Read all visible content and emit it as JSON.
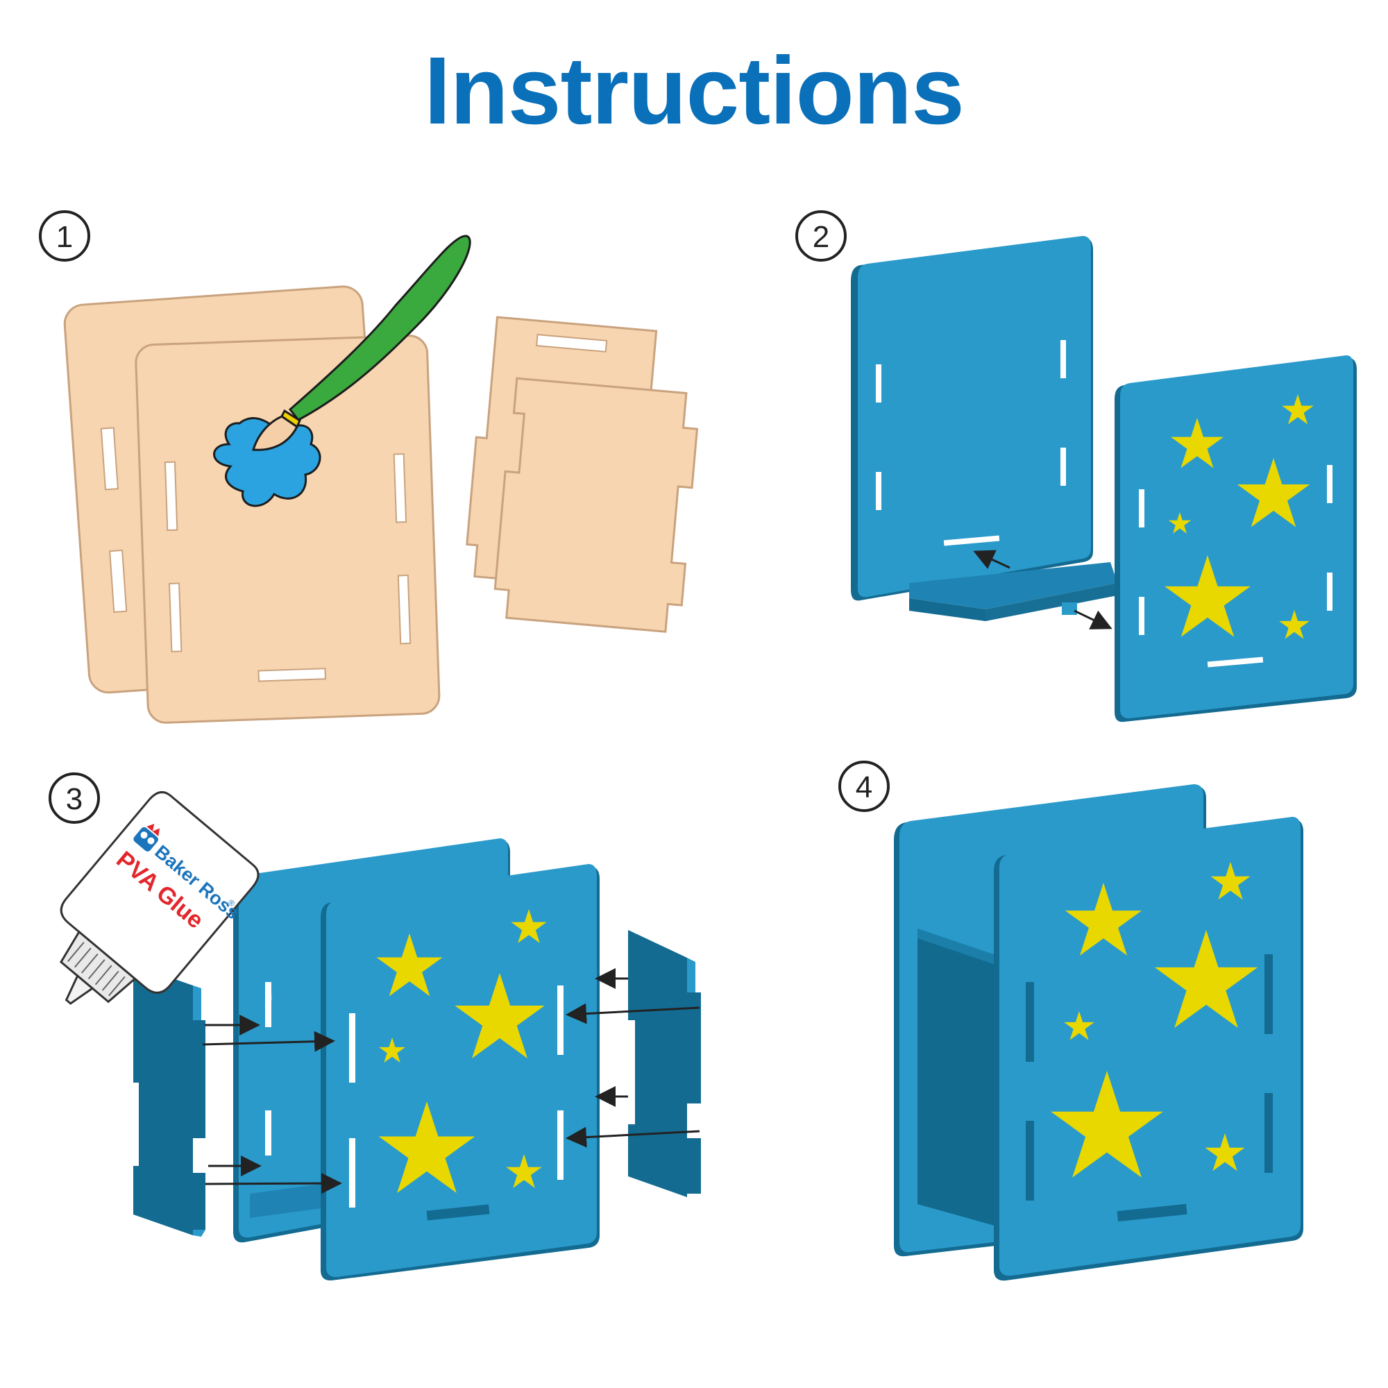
{
  "title": "Instructions",
  "steps": [
    {
      "number": "1"
    },
    {
      "number": "2"
    },
    {
      "number": "3"
    },
    {
      "number": "4"
    }
  ],
  "glue": {
    "brand": "Baker Ross",
    "registered": "®",
    "product": "PVA Glue"
  },
  "colors": {
    "title": "#0a70b9",
    "wood": "#f7d5b0",
    "wood_outline": "#c9a27e",
    "panel": "#2a9acb",
    "panel_dark": "#136b91",
    "panel_mid": "#1f84b3",
    "star": "#e8d800",
    "brush_green": "#3aaa3e",
    "paint_blue": "#2aa3e0",
    "glue_red": "#e3262b",
    "glue_blue": "#1b75bc"
  }
}
